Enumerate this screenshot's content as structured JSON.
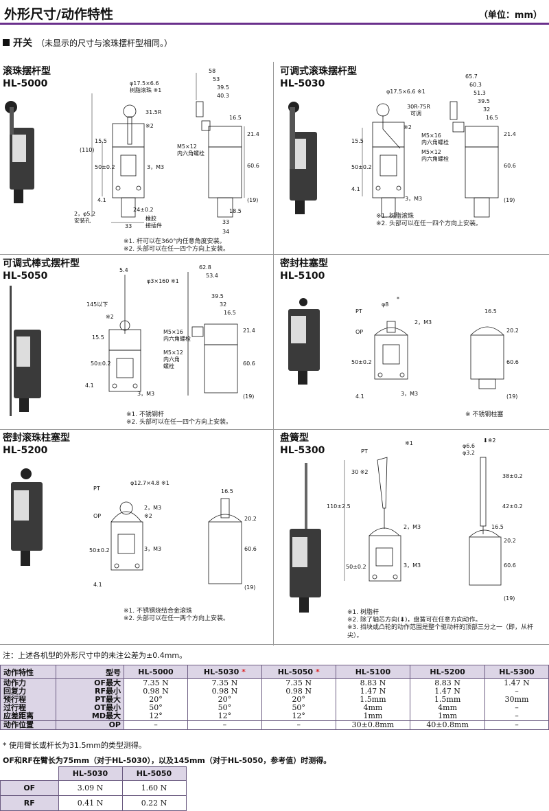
{
  "header": {
    "title": "外形尺寸/动作特性",
    "unit": "（单位：mm）"
  },
  "section": {
    "label": "开关",
    "note": "（未显示的尺寸与滚珠摆杆型相同。）"
  },
  "panels": [
    {
      "title": "滚珠摆杆型",
      "code": "HL-5000",
      "dims": [
        "58",
        "53",
        "39.5",
        "40.3",
        "16.5",
        "φ17.5×6.6",
        "树脂滚珠 ※1",
        "31.5R",
        "※2",
        "(110)",
        "15.5",
        "50±0.2",
        "3，M3",
        "M5×12",
        "内六角螺栓",
        "21.4",
        "60.6",
        "(19)",
        "4.1",
        "24±0.2",
        "2，φ5.2",
        "安装孔",
        "33",
        "橡胶",
        "接插件",
        "18.5",
        "33",
        "34"
      ],
      "notes": [
        "※1. 杆可以在360°内任意角度安装。",
        "※2. 头部可以在任一四个方向上安装。"
      ]
    },
    {
      "title": "可调式滚珠摆杆型",
      "code": "HL-5030",
      "dims": [
        "65.7",
        "60.3",
        "51.3",
        "39.5",
        "32",
        "16.5",
        "φ17.5×6.6 ※1",
        "30R-75R",
        "可调",
        "※2",
        "15.5",
        "50±0.2",
        "M5×16",
        "内六角螺栓",
        "M5×12",
        "内六角螺栓",
        "21.4",
        "60.6",
        "(19)",
        "4.1",
        "3，M3"
      ],
      "notes": [
        "※1. 树脂滚珠",
        "※2. 头部可以在任一四个方向上安装。"
      ]
    },
    {
      "title": "可调式棒式摆杆型",
      "code": "HL-5050",
      "dims": [
        "5.4",
        "62.8",
        "53.4",
        "φ3×160 ※1",
        "145以下",
        "※2",
        "39.5",
        "32",
        "16.5",
        "15.5",
        "M5×16",
        "内六角螺栓",
        "21.4",
        "50±0.2",
        "M5×12",
        "内六角",
        "螺栓",
        "60.6",
        "4.1",
        "3，M3",
        "(19)"
      ],
      "notes": [
        "※1. 不锈钢杆",
        "※2. 头部可以在任一四个方向上安装。"
      ]
    },
    {
      "title": "密封柱塞型",
      "code": "HL-5100",
      "dims": [
        "PT",
        "φ8",
        "*",
        "2，M3",
        "OP",
        "16.5",
        "20.2",
        "50±0.2",
        "60.6",
        "4.1",
        "3，M3",
        "(19)"
      ],
      "notes": [
        "※ 不锈钢柱塞"
      ]
    },
    {
      "title": "密封滚珠柱塞型",
      "code": "HL-5200",
      "dims": [
        "PT",
        "φ12.7×4.8 ※1",
        "16.5",
        "2，M3",
        "OP",
        "※2",
        "20.2",
        "50±0.2",
        "3，M3",
        "60.6",
        "4.1",
        "(19)"
      ],
      "notes": [
        "※1. 不锈钢烧结合金滚珠",
        "※2. 头部可以在任一两个方向上安装。"
      ]
    },
    {
      "title": "盘簧型",
      "code": "HL-5300",
      "dims": [
        "PT",
        "※1",
        "⬇※2",
        "φ6.6",
        "φ3.2",
        "38±0.2",
        "30 ※2",
        "110±2.5",
        "2，M3",
        "42±0.2",
        "16.5",
        "20.2",
        "50±0.2",
        "3，M3",
        "60.6",
        "(19)"
      ],
      "notes": [
        "※1. 树脂杆",
        "※2. 除了轴芯方向(⬇)，盘簧可在任意方向动作。",
        "※3. 挡块或凸轮的动作范围是整个驱动杆的顶部三分之一（即，从杆尖）。"
      ]
    }
  ],
  "note": "注：上述各机型的外形尺寸中的未注公差为±0.4mm。",
  "spec_table": {
    "head_label": "动作特性",
    "head_model": "型号",
    "models": [
      "HL-5000",
      "HL-5030",
      "HL-5050",
      "HL-5100",
      "HL-5200",
      "HL-5300"
    ],
    "star": "*",
    "rows": [
      {
        "label": "动作力",
        "sub": "OF最大",
        "values": [
          "7.35 N",
          "7.35 N",
          "7.35 N",
          "8.83 N",
          "8.83 N",
          "1.47 N"
        ]
      },
      {
        "label": "回复力",
        "sub": "RF最小",
        "values": [
          "0.98 N",
          "0.98 N",
          "0.98 N",
          "1.47 N",
          "1.47 N",
          "–"
        ]
      },
      {
        "label": "预行程",
        "sub": "PT最大",
        "values": [
          "20°",
          "20°",
          "20°",
          "1.5mm",
          "1.5mm",
          "30mm"
        ]
      },
      {
        "label": "过行程",
        "sub": "OT最小",
        "values": [
          "50°",
          "50°",
          "50°",
          "4mm",
          "4mm",
          "–"
        ]
      },
      {
        "label": "应差距离",
        "sub": "MD最大",
        "values": [
          "12°",
          "12°",
          "12°",
          "1mm",
          "1mm",
          "–"
        ]
      },
      {
        "label": "动作位置",
        "sub": "OP",
        "values": [
          "–",
          "–",
          "–",
          "30±0.8mm",
          "40±0.8mm",
          "–"
        ]
      }
    ],
    "footnote": "* 使用臂长或杆长为31.5mm的类型测得。"
  },
  "small_table": {
    "caption": "OF和RF在臂长为75mm（对于HL-5030），以及145mm（对于HL-5050，参考值）时测得。",
    "cols": [
      "HL-5030",
      "HL-5050"
    ],
    "rows": [
      {
        "label": "OF",
        "values": [
          "3.09 N",
          "1.60 N"
        ]
      },
      {
        "label": "RF",
        "values": [
          "0.41 N",
          "0.22 N"
        ]
      }
    ]
  }
}
